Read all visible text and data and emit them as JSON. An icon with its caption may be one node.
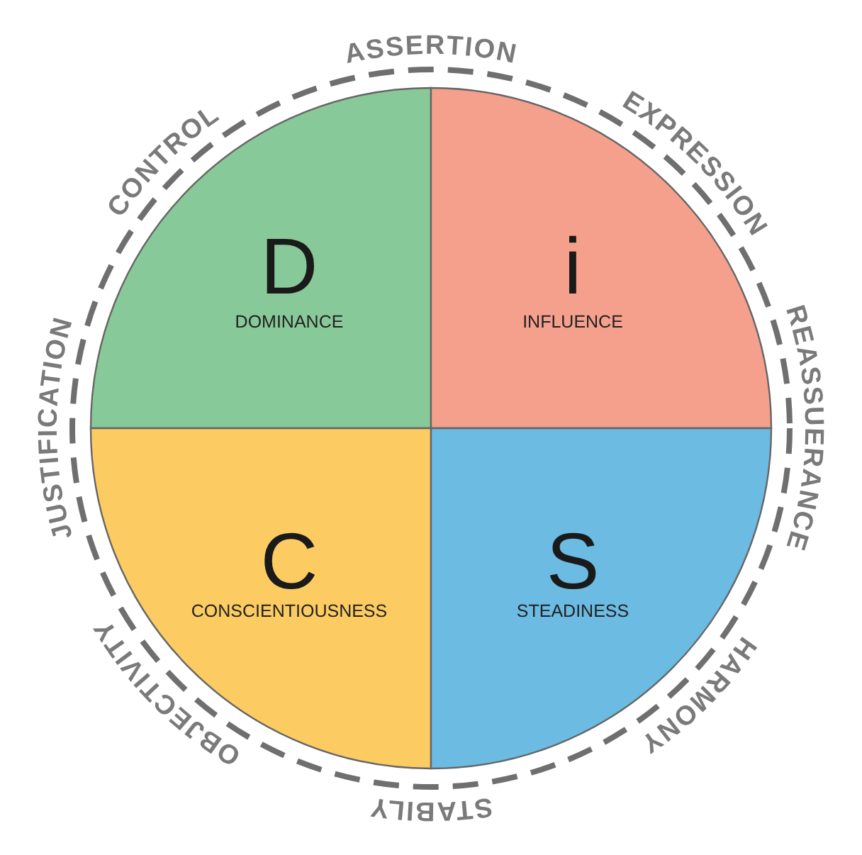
{
  "diagram": {
    "nodes": [
      {
        "text": [
          "D",
          "DOMINANCE"
        ]
      },
      {
        "text": [
          "i",
          "INFLUENCE"
        ]
      },
      {
        "text": [
          "C",
          "CONSCIENTIOUSNESS"
        ]
      },
      {
        "text": [
          "S",
          "STEADINESS"
        ]
      }
    ],
    "labels": [
      "ASSERTION",
      "EXPRESSION",
      "REASSUERANCE",
      "HARMONY",
      "STABILY",
      "OBJECTIVITY",
      "JUSTIFICATION",
      "CONTROL"
    ]
  }
}
